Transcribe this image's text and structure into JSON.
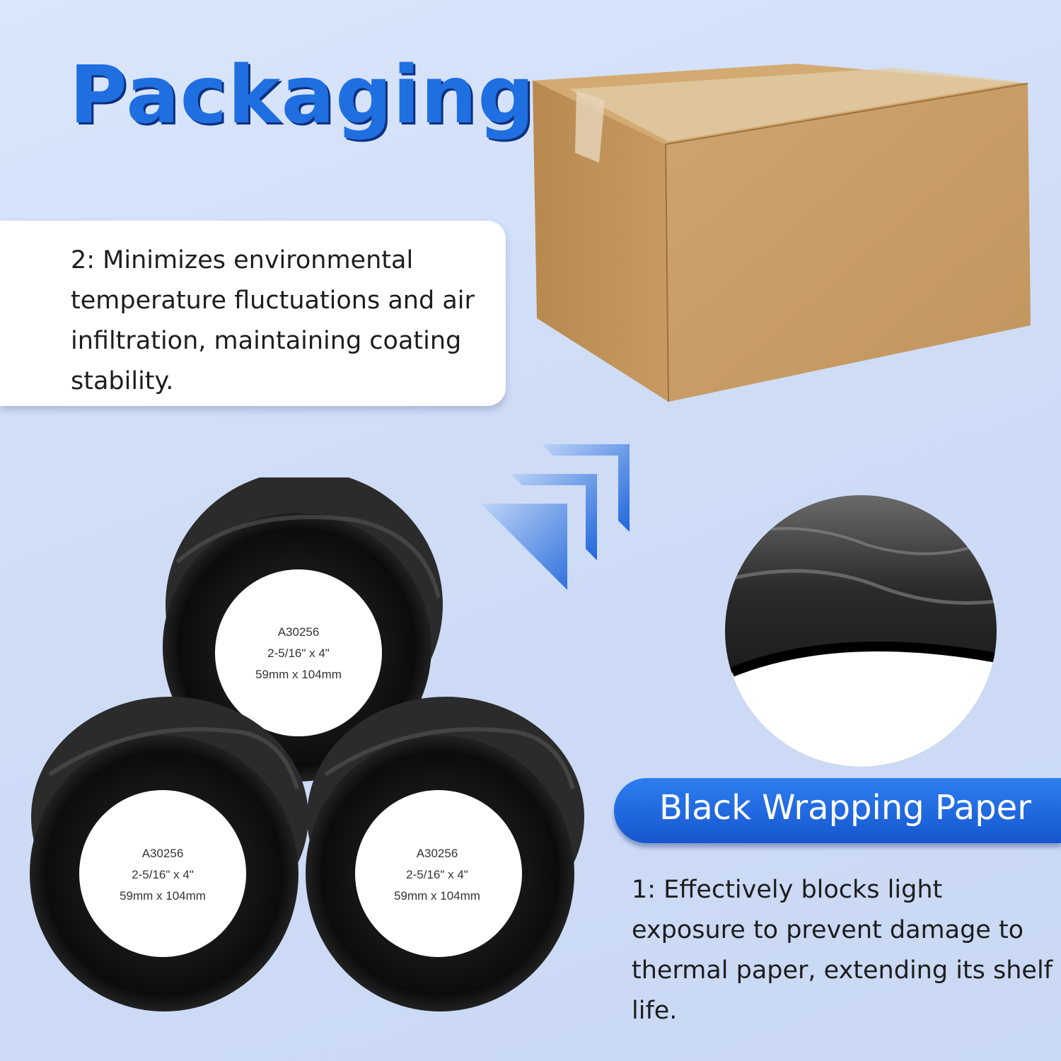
{
  "title": "Packaging",
  "note2": "2: Minimizes environmental temperature fluctuations and air infiltration, maintaining coating stability.",
  "banner": "Black Wrapping Paper",
  "note1": "1: Effectively blocks light exposure to prevent damage to thermal paper, extending its shelf life.",
  "roll_label": {
    "model": "A30256",
    "size_in": "2-5/16\" x 4\"",
    "size_mm": "59mm x 104mm"
  },
  "colors": {
    "accent": "#1f6fe0",
    "banner": "#1f66db",
    "cardboard": "#c89a63"
  },
  "icons": [
    "cardboard-box-image",
    "triple-arrow-icon",
    "label-roll-image",
    "zoom-circle-image"
  ]
}
